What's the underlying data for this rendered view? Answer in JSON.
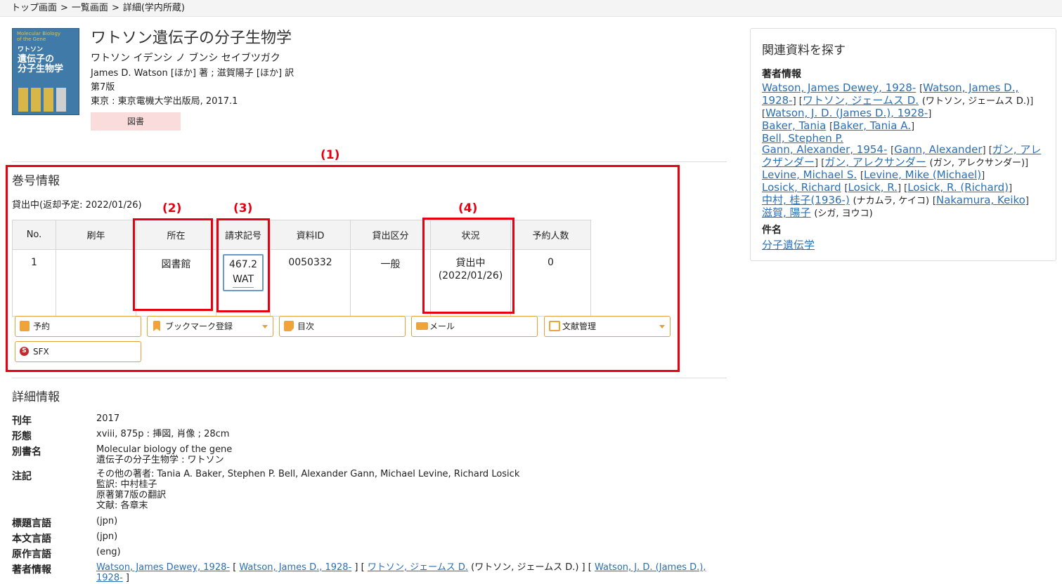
{
  "breadcrumb": {
    "top": "トップ画面",
    "list": "一覧画面",
    "detail": "詳細(学内所蔵)",
    "sep": ">"
  },
  "cover": {
    "line1": "Molecular Biology",
    "line2": "of the Gene",
    "t1": "ワトソン",
    "t2": "遺伝子の",
    "t3": "分子生物学"
  },
  "book": {
    "title": "ワトソン遺伝子の分子生物学",
    "reading": "ワトソン イデンシ ノ ブンシ セイブツガク",
    "authors": "James D. Watson [ほか] 著 ; 滋賀陽子 [ほか] 訳",
    "edition": "第7版",
    "publisher": "東京 : 東京電機大学出版局, 2017.1",
    "material_type": "図書"
  },
  "annotations": {
    "a1": "(1)",
    "a2": "(2)",
    "a3": "(3)",
    "a4": "(4)"
  },
  "holdings": {
    "section_title": "巻号情報",
    "status_line": "貸出中(返却予定: 2022/01/26)",
    "columns": [
      "No.",
      "刷年",
      "所在",
      "請求記号",
      "資料ID",
      "貸出区分",
      "状況",
      "予約人数"
    ],
    "row": {
      "no": "1",
      "print_year": "",
      "location": "図書館",
      "callno_1": "467.2",
      "callno_2": "WAT",
      "item_id": "0050332",
      "loan_type": "一般",
      "status_1": "貸出中",
      "status_2": "(2022/01/26)",
      "reservations": "0"
    }
  },
  "buttons": {
    "reserve": "予約",
    "bookmark": "ブックマーク登録",
    "toc": "目次",
    "mail": "メール",
    "refmgr": "文献管理",
    "sfx": "SFX"
  },
  "details": {
    "section_title": "詳細情報",
    "rows": [
      {
        "k": "刊年",
        "v": "2017"
      },
      {
        "k": "形態",
        "v": "xviii, 875p : 挿図, 肖像 ; 28cm"
      },
      {
        "k": "別書名",
        "v1": "Molecular biology of the gene",
        "v2": "遺伝子の分子生物学 : ワトソン"
      },
      {
        "k": "注記",
        "v1": "その他の著者: Tania A. Baker, Stephen P. Bell, Alexander Gann, Michael Levine, Richard Losick",
        "v2": "監訳: 中村桂子",
        "v3": "原著第7版の翻訳",
        "v4": "文献: 各章末"
      },
      {
        "k": "標題言語",
        "v": "(jpn)"
      },
      {
        "k": "本文言語",
        "v": "(jpn)"
      },
      {
        "k": "原作言語",
        "v": "(eng)"
      },
      {
        "k": "著者情報"
      }
    ],
    "author_links": {
      "l1": "Watson, James Dewey, 1928-",
      "l2": "Watson, James D., 1928-",
      "l3": "ワトソン, ジェームス D.",
      "p3": "(ワトソン, ジェームス D.)",
      "l4a": "Watson, J. D. (James D.),",
      "l4b": "1928-"
    }
  },
  "sidebar": {
    "title": "関連資料を探す",
    "author_heading": "著者情報",
    "subject_heading": "件名",
    "subject_link": "分子遺伝学",
    "authors": {
      "a1": "Watson, James Dewey, 1928-",
      "a1b": "Watson, James D.,",
      "a1c": "1928-",
      "a1d": "ワトソン, ジェームス D.",
      "a1e": "(ワトソン, ジェームス D.)",
      "a1f": "Watson, J. D. (James D.), 1928-",
      "a2": "Baker, Tania",
      "a2b": "Baker, Tania A.",
      "a3": "Bell, Stephen P.",
      "a4": "Gann, Alexander, 1954-",
      "a4b": "Gann, Alexander",
      "a4c": "ガン, アレ",
      "a4d": "クザンダー",
      "a4e": "ガン, アレクサンダー",
      "a4f": "(ガン, アレクサンダー)",
      "a5": "Levine, Michael S.",
      "a5b": "Levine, Mike (Michael)",
      "a6": "Losick, Richard",
      "a6b": "Losick, R.",
      "a6c": "Losick, R. (Richard)",
      "a7": "中村, 桂子(1936-)",
      "a7b": "(ナカムラ, ケイコ)",
      "a7c": "Nakamura, Keiko",
      "a8": "滋賀, 陽子",
      "a8b": "(シガ, ヨウコ)"
    }
  }
}
